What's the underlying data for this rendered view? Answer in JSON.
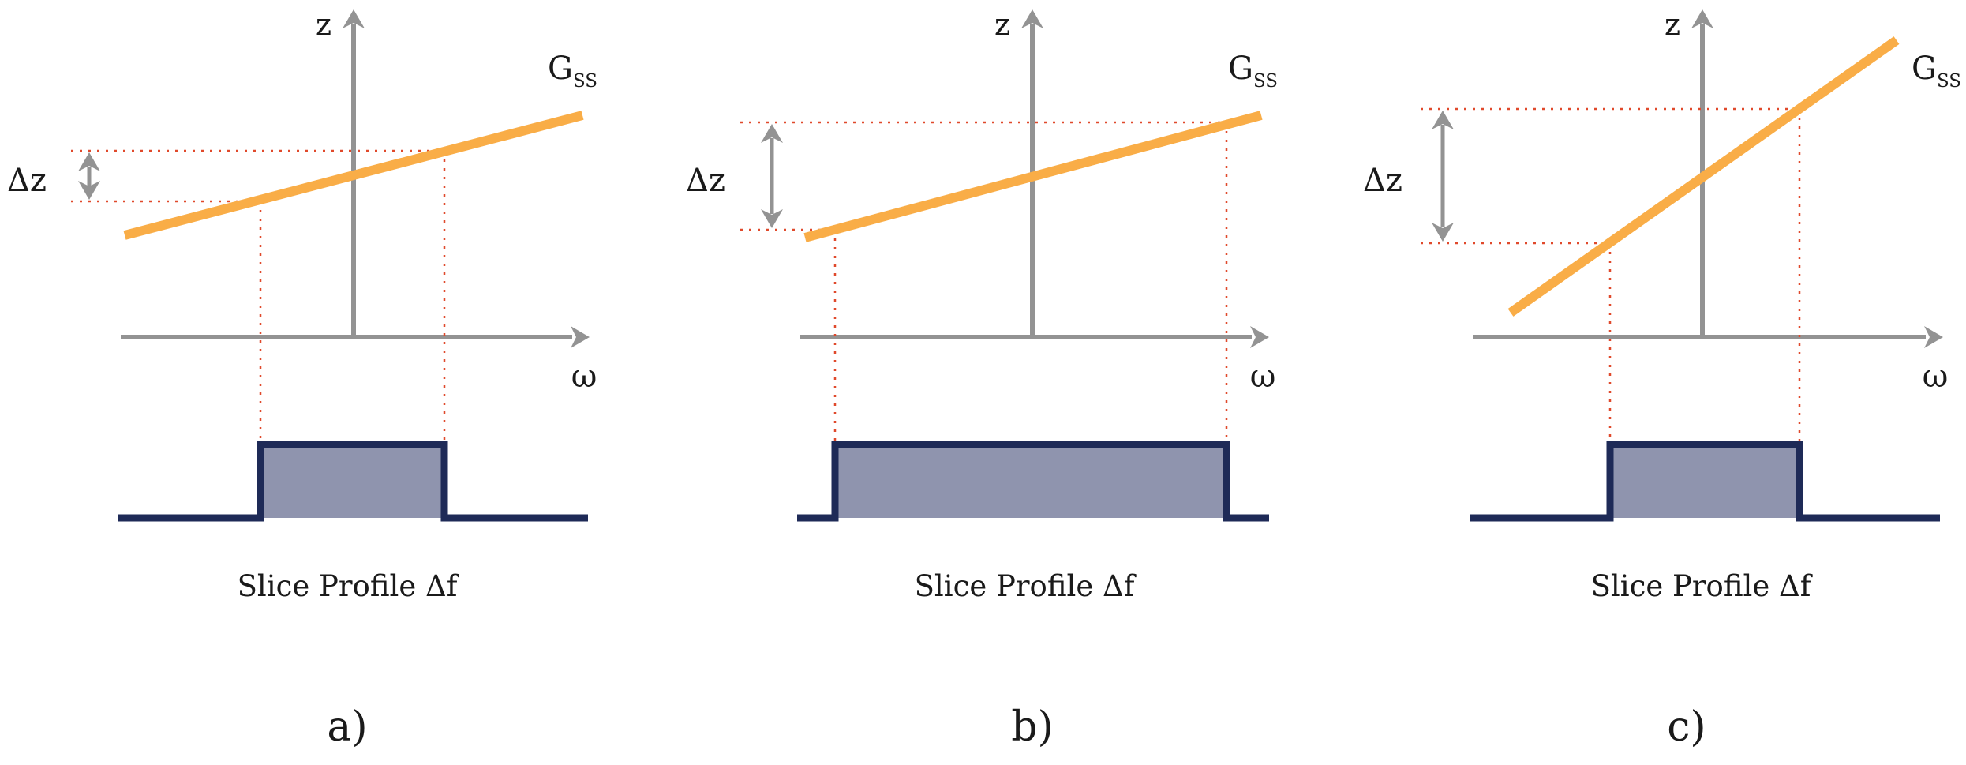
{
  "colors": {
    "axis": "#939393",
    "gradient": "#f9ad47",
    "guide": "#e0492b",
    "profile": "#1e2a57",
    "fill": "#8f94ae"
  },
  "labels": {
    "z_axis": "z",
    "omega_axis": "ω",
    "gradient_main": "G",
    "gradient_sub": "SS",
    "delta_z": "Δz",
    "slice_profile": "Slice Profile Δf"
  },
  "panels": [
    {
      "id": "a",
      "caption": "a)"
    },
    {
      "id": "b",
      "caption": "b)"
    },
    {
      "id": "c",
      "caption": "c)"
    }
  ]
}
